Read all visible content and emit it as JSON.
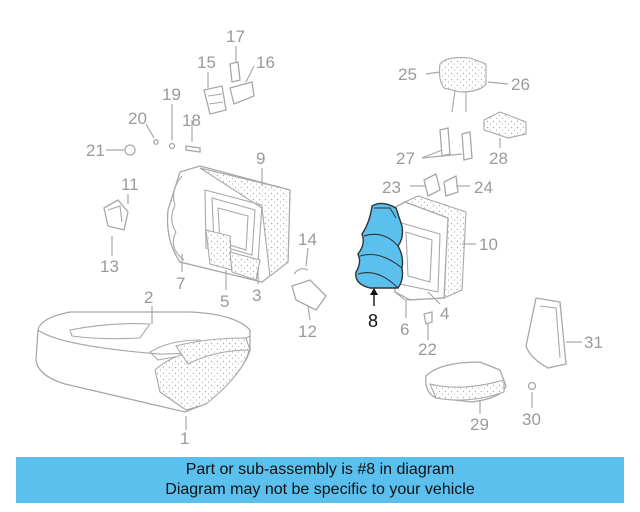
{
  "colors": {
    "highlight": "#5bc0ee",
    "line": "#a8a8a8",
    "text": "#9a9a9a",
    "banner": "#5bc0ee"
  },
  "callouts": [
    {
      "id": "1",
      "label": "1"
    },
    {
      "id": "2",
      "label": "2"
    },
    {
      "id": "3",
      "label": "3"
    },
    {
      "id": "4",
      "label": "4"
    },
    {
      "id": "5",
      "label": "5"
    },
    {
      "id": "6",
      "label": "6"
    },
    {
      "id": "7",
      "label": "7"
    },
    {
      "id": "8",
      "label": "8"
    },
    {
      "id": "9",
      "label": "9"
    },
    {
      "id": "10",
      "label": "10"
    },
    {
      "id": "11",
      "label": "11"
    },
    {
      "id": "12",
      "label": "12"
    },
    {
      "id": "13",
      "label": "13"
    },
    {
      "id": "14",
      "label": "14"
    },
    {
      "id": "15",
      "label": "15"
    },
    {
      "id": "16",
      "label": "16"
    },
    {
      "id": "17",
      "label": "17"
    },
    {
      "id": "18",
      "label": "18"
    },
    {
      "id": "19",
      "label": "19"
    },
    {
      "id": "20",
      "label": "20"
    },
    {
      "id": "21",
      "label": "21"
    },
    {
      "id": "22",
      "label": "22"
    },
    {
      "id": "23",
      "label": "23"
    },
    {
      "id": "24",
      "label": "24"
    },
    {
      "id": "25",
      "label": "25"
    },
    {
      "id": "26",
      "label": "26"
    },
    {
      "id": "27",
      "label": "27"
    },
    {
      "id": "28",
      "label": "28"
    },
    {
      "id": "29",
      "label": "29"
    },
    {
      "id": "30",
      "label": "30"
    },
    {
      "id": "31",
      "label": "31"
    }
  ],
  "highlighted_part": "8",
  "banner": {
    "line1": "Part or sub-assembly is #8 in diagram",
    "line2": "Diagram may not be specific to your vehicle"
  }
}
